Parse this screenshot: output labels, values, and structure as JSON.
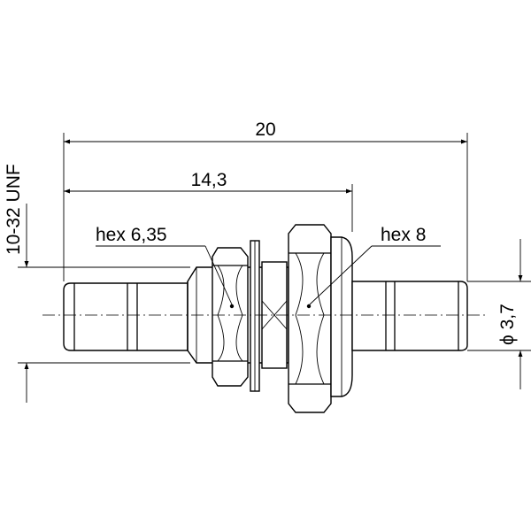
{
  "dimensions": {
    "overall_length": "20",
    "length_to_hex8": "14,3",
    "thread": "10-32 UNF",
    "hex_small": "hex 6,35",
    "hex_large": "hex 8",
    "pin_diameter": "ϕ 3,7"
  }
}
